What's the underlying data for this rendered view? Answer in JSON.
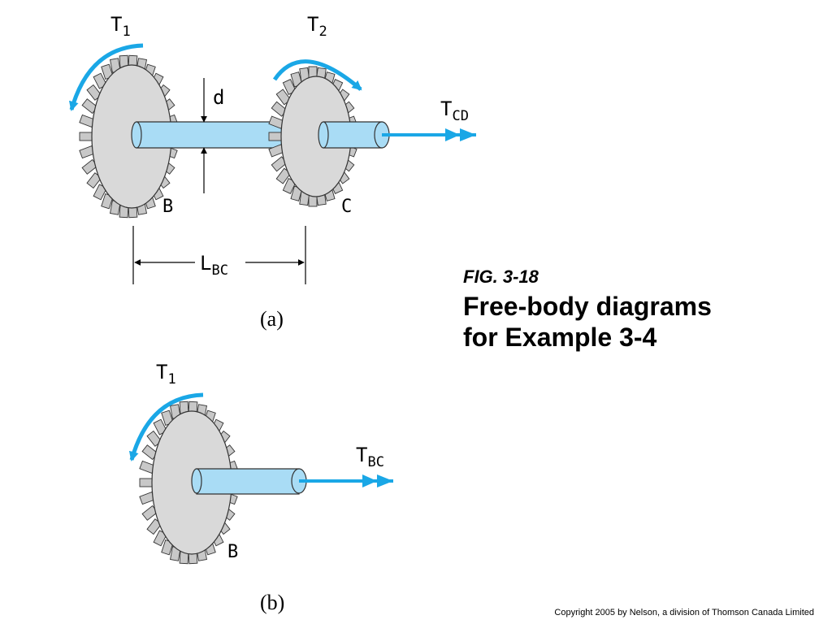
{
  "caption": {
    "figure_number": "FIG. 3-18",
    "title_line1": "Free-body diagrams",
    "title_line2": "for Example 3-4"
  },
  "diagram_a": {
    "label": "(a)",
    "torque_b_main": "T",
    "torque_b_sub": "1",
    "torque_c_main": "T",
    "torque_c_sub": "2",
    "torque_cd_main": "T",
    "torque_cd_sub": "CD",
    "diameter": "d",
    "gear_b": "B",
    "gear_c": "C",
    "length_main": "L",
    "length_sub": "BC"
  },
  "diagram_b": {
    "label": "(b)",
    "torque_b_main": "T",
    "torque_b_sub": "1",
    "torque_bc_main": "T",
    "torque_bc_sub": "BC",
    "gear_b": "B"
  },
  "footer": {
    "copyright": "Copyright 2005 by Nelson, a division of Thomson Canada Limited"
  },
  "colors": {
    "arrow": "#1aa7e6",
    "shaft": "#a9dcf5",
    "gear": "#d9d9d9",
    "outline": "#333333"
  }
}
